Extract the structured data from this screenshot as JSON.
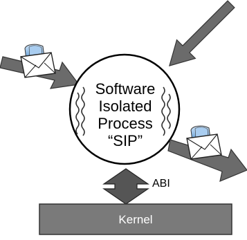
{
  "diagram": {
    "sip_lines": [
      "Software",
      "Isolated",
      "Process",
      "“SIP”"
    ],
    "abi_label": "ABI",
    "kernel_label": "Kernel",
    "icons": [
      "envelope-icon",
      "envelope-icon"
    ],
    "colors": {
      "arrow_fill": "#6b6b6b",
      "arrow_stroke": "#333333",
      "kernel_fill": "#7a7a7a",
      "envelope_fill": "#ffffff",
      "envelope_accent": "#4d8fd0"
    }
  }
}
